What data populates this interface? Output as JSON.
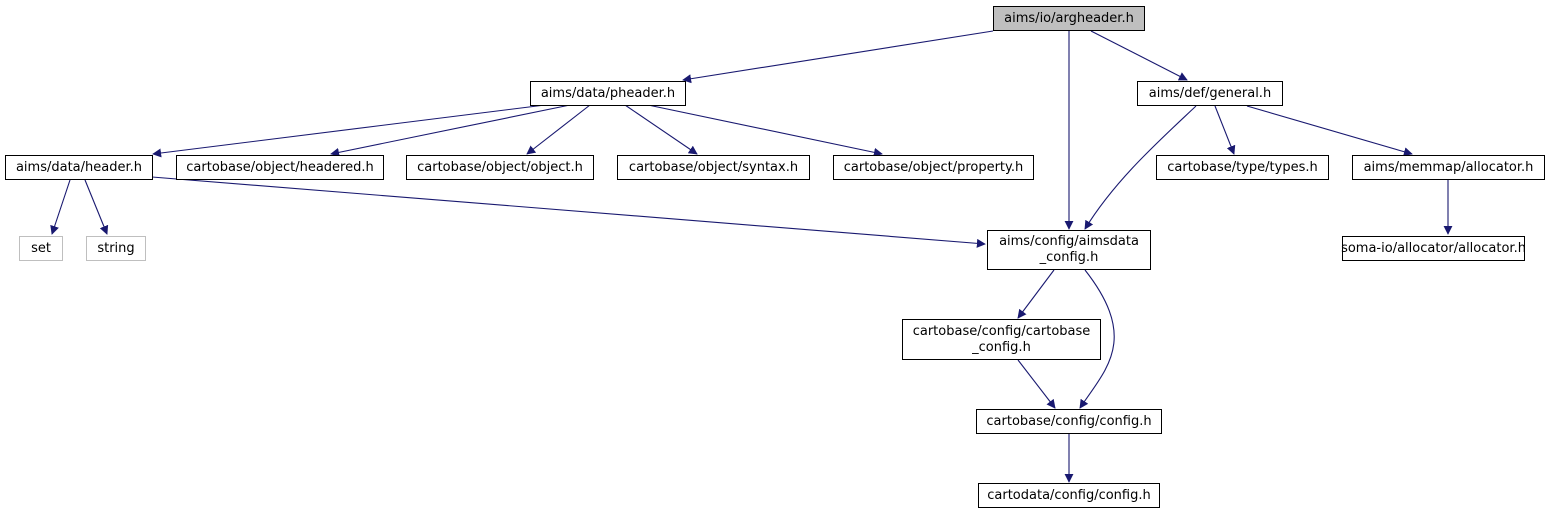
{
  "nodes": {
    "argheader": "aims/io/argheader.h",
    "pheader": "aims/data/pheader.h",
    "general": "aims/def/general.h",
    "header": "aims/data/header.h",
    "headered": "cartobase/object/headered.h",
    "object": "cartobase/object/object.h",
    "syntax": "cartobase/object/syntax.h",
    "property": "cartobase/object/property.h",
    "types": "cartobase/type/types.h",
    "memmap_allocator": "aims/memmap/allocator.h",
    "set": "set",
    "string": "string",
    "aimsdata_config": "aims/config/aimsdata\n_config.h",
    "soma_allocator": "soma-io/allocator/allocator.h",
    "cartobase_config": "cartobase/config/cartobase\n_config.h",
    "cartobase_config_h": "cartobase/config/config.h",
    "cartodata_config_h": "cartodata/config/config.h"
  },
  "colors": {
    "edge": "#191970",
    "root_fill": "#bfbfbf",
    "external_border": "#bfbfbf"
  }
}
